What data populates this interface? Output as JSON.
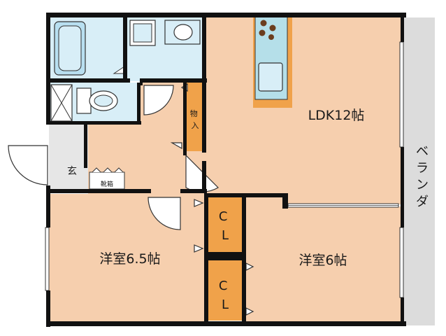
{
  "floor_plan": {
    "rooms": {
      "ldk": "LDK12帖",
      "western_room_1": "洋室6.5帖",
      "western_room_2": "洋室6帖",
      "veranda": "ベランダ",
      "entrance": "玄",
      "storage": "物入",
      "shoe_closet": "靴箱",
      "closet_1": [
        "C",
        "L"
      ],
      "closet_2": [
        "C",
        "L"
      ]
    },
    "colors": {
      "room_floor": "#f6cfae",
      "wet_area": "#d8eef7",
      "closet": "#f0a24a",
      "hall": "#ededed",
      "veranda": "#dcdcdc",
      "wall": "#111111",
      "counter": "#f0a24a",
      "kitchen_sink": "#b5dfe9"
    }
  }
}
